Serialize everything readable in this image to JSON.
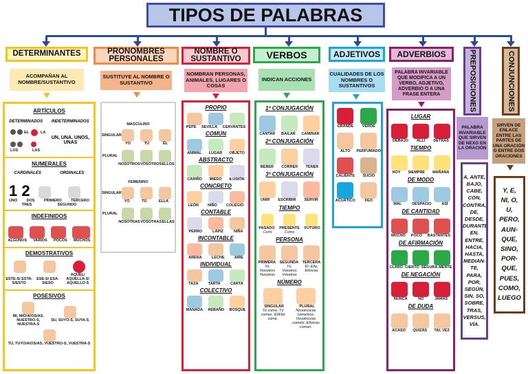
{
  "title": "TIPOS DE PALABRAS",
  "colors": {
    "connector": "#2b4a9a",
    "determinantes": "#f5c518",
    "pronombres": "#f08a4b",
    "nombre": "#d81f3a",
    "verbos": "#2aa84a",
    "adjetivos": "#1aa5e0",
    "adverbios": "#8a1f6e",
    "preposiciones": "#6a3f8a",
    "conjunciones": "#6b3d1a"
  },
  "determinantes": {
    "header": "DETERMINANTES",
    "desc": "ACOMPAÑAN AL NOMBRE/SUSTANTIVO",
    "articulos": {
      "title": "ARTÍCULOS",
      "det_label": "DETERMINADOS",
      "indet_label": "INDETERMINADOS",
      "det_words": [
        "EL",
        "LA",
        "LOS",
        "LAS"
      ],
      "indet_words": "UN, UNA, UNOS, UNAS"
    },
    "numerales": {
      "title": "NUMERALES",
      "cardinales": "CARDINALES",
      "ordinales": "ORDINALES",
      "cardinal_words": [
        "UNO",
        "DOS",
        "TRES"
      ],
      "ordinal_words": [
        "PRIMERO",
        "SEGUNDO",
        "TERCERO"
      ]
    },
    "indefinidos": {
      "title": "INDEFINIDOS",
      "words": [
        "ALGUNOS",
        "VARIOS",
        "POCOS",
        "MUCHOS"
      ]
    },
    "demostrativos": {
      "title": "DEMOSTRATIVOS",
      "words": [
        "ESTE-S/ ESTA-S/ESTO",
        "ESE-S/ ESA-S/ESO",
        "AQUEL/ AQUELLA-S/ AQUELLO-S"
      ]
    },
    "posesivos": {
      "title": "POSESIVOS",
      "words": [
        "MI, MIO/A/OS/AS, NUESTRO-S, NUESTRA-S",
        "SU, SUYO-S, SUYA-S",
        "TÚ, TUYO/A/OS/AS, VUESTRO-S, VUESTRA-S"
      ]
    }
  },
  "pronombres": {
    "header": "PRONOMBRES PERSONALES",
    "desc": "SUSTITUYE AL NOMBRE O SUSTANTIVO",
    "masculino": "MASCULINO",
    "femenino": "FEMENINO",
    "singular": "SINGULAR",
    "plural": "PLURAL",
    "m_sing": [
      "YO",
      "TÚ",
      "ÉL"
    ],
    "m_plur": [
      "NOSOTROS",
      "VOSOTROS",
      "ELLOS"
    ],
    "f_sing": [
      "YO",
      "TÚ",
      "ELLA"
    ],
    "f_plur": [
      "NOSOTRAS",
      "VOSOTRAS",
      "ELLAS"
    ]
  },
  "nombre": {
    "header": "NOMBRE O SUSTANTIVO",
    "desc": "NOMBRAN PERSONAS, ANIMALES, LUGARES O COSAS",
    "propio": {
      "title": "PROPIO",
      "words": [
        "PEPE",
        "SEVILLA",
        "CERVANTES"
      ]
    },
    "comun": {
      "title": "COMÚN",
      "words": [
        "ANIMAL",
        "LUGAR",
        "OBJETO"
      ]
    },
    "abstracto": {
      "title": "ABSTRACTO",
      "words": [
        "CARIÑO",
        "MIEDO",
        "ILUSIÓN"
      ]
    },
    "concreto": {
      "title": "CONCRETO",
      "words": [
        "LEÓN",
        "NIÑO",
        "COLEGIO"
      ]
    },
    "contable": {
      "title": "CONTABLE",
      "words": [
        "PERRO",
        "LÁPIZ",
        "NIÑA"
      ]
    },
    "incontable": {
      "title": "INCONTABLE",
      "words": [
        "ARENA",
        "LECHE",
        "AIRE"
      ]
    },
    "individual": {
      "title": "INDIVIDUAL",
      "words": [
        "TAZA",
        "TARTA",
        "CARTA"
      ]
    },
    "colectivo": {
      "title": "COLECTIVO",
      "words": [
        "MANADA",
        "REBAÑO",
        "BOSQUE"
      ]
    }
  },
  "verbos": {
    "header": "VERBOS",
    "desc": "INDICAN ACCIONES",
    "conj1": {
      "title": "1ª CONJUGACIÓN",
      "words": [
        "CANTAR",
        "BAILAR",
        "CAMINAR"
      ]
    },
    "conj2": {
      "title": "2ª CONJUGACIÓN",
      "words": [
        "BEBER",
        "CORRER",
        "TENER"
      ]
    },
    "conj3": {
      "title": "3ª CONJUGACIÓN",
      "words": [
        "UNIR",
        "ESCRIBIR",
        "SERVIR"
      ]
    },
    "tiempo": {
      "title": "TIEMPO",
      "words": [
        "PASADO",
        "PRESENTE",
        "FUTURO"
      ],
      "examples": [
        "Comí",
        "Como",
        ""
      ]
    },
    "persona": {
      "title": "PERSONA",
      "words": [
        "PRIMERA",
        "SEGUNDA",
        "TERCERA"
      ],
      "examples": [
        "Yo, Nosotros Nosotras",
        "Tú, Vosotros Vosotras",
        "Él, Ella, Ellos/as"
      ]
    },
    "numero": {
      "title": "NÚMERO",
      "words": [
        "SINGULAR",
        "PLURAL"
      ],
      "examples": [
        "Yo como. Tú comes. Él/Ella come.",
        "Nosotros/as comemos. Vosotros/as coméis. Ellos/as comen."
      ]
    }
  },
  "adjetivos": {
    "header": "ADJETIVOS",
    "desc": "CUALIDADES DE LOS NOMBRES O SUSTANTIVOS",
    "words": [
      "GRANDE",
      "VERDE",
      "ALTO",
      "PERFUMADO",
      "CALIENTE",
      "SUCIO",
      "ACUÁTICO",
      "FEO"
    ]
  },
  "adverbios": {
    "header": "ADVERBIOS",
    "desc": "PALABRA INVARIABLE QUE MODIFICA A UN VERBO, ADJETIVO, ADVERBIO O A UNA FRASE ENTERA",
    "lugar": {
      "title": "LUGAR",
      "words": [
        "DEBAJO",
        "ALLÍ",
        "DETRÁS"
      ]
    },
    "tiempo": {
      "title": "TIEMPO",
      "words": [
        "HOY",
        "SIEMPRE",
        "MAÑANA"
      ]
    },
    "modo": {
      "title": "DE MODO",
      "words": [
        "MAL",
        "DESPACIO",
        "ASÍ"
      ]
    },
    "cantidad": {
      "title": "DE CANTIDAD",
      "words": [
        "MUCHO",
        "POCO",
        "BASTANTES"
      ]
    },
    "afirmacion": {
      "title": "DE AFIRMACIÓN",
      "words": [
        "CLARO",
        "CIERTO",
        "SEGURA-MENTE"
      ]
    },
    "negacion": {
      "title": "DE NEGACIÓN",
      "words": [
        "NUNCA",
        "NO",
        "JAMÁS"
      ]
    },
    "duda": {
      "title": "DE DUDA",
      "words": [
        "ACASO",
        "QUIZÁS",
        "TAL VEZ"
      ]
    }
  },
  "preposiciones": {
    "header": "PREPOSICIONES",
    "desc": "PALABRA INVARIABLE QUE SIRVEN DE NEXO EN LA ORACIÓN",
    "words": [
      "A, ANTE,",
      "BAJO,",
      "CABE,",
      "CON,",
      "CONTRA,",
      "DE,",
      "DESDE,",
      "DURANTE,",
      "EN,",
      "ENTRE,",
      "HACIA,",
      "HASTA,",
      "MEDIAN-",
      "TE, PARA,",
      "POR,",
      "SEGÚN,",
      "SIN, SO,",
      "SOBRE,",
      "TRAS,",
      "VERSUS,",
      "VÍA."
    ]
  },
  "conjunciones": {
    "header": "CONJUNCIONES",
    "desc": "SIRVEN DE ENLACE ENTRE LAS PARTES DE UNA ORACIÓN O ENTRE DOS ORACIONES",
    "words": [
      "Y, E,",
      "NI, O,",
      "U,",
      "PERO,",
      "AUN-",
      "QUE,",
      "SINO,",
      "POR-",
      "QUE,",
      "PUES,",
      "COMO,",
      "LUEGO"
    ]
  }
}
